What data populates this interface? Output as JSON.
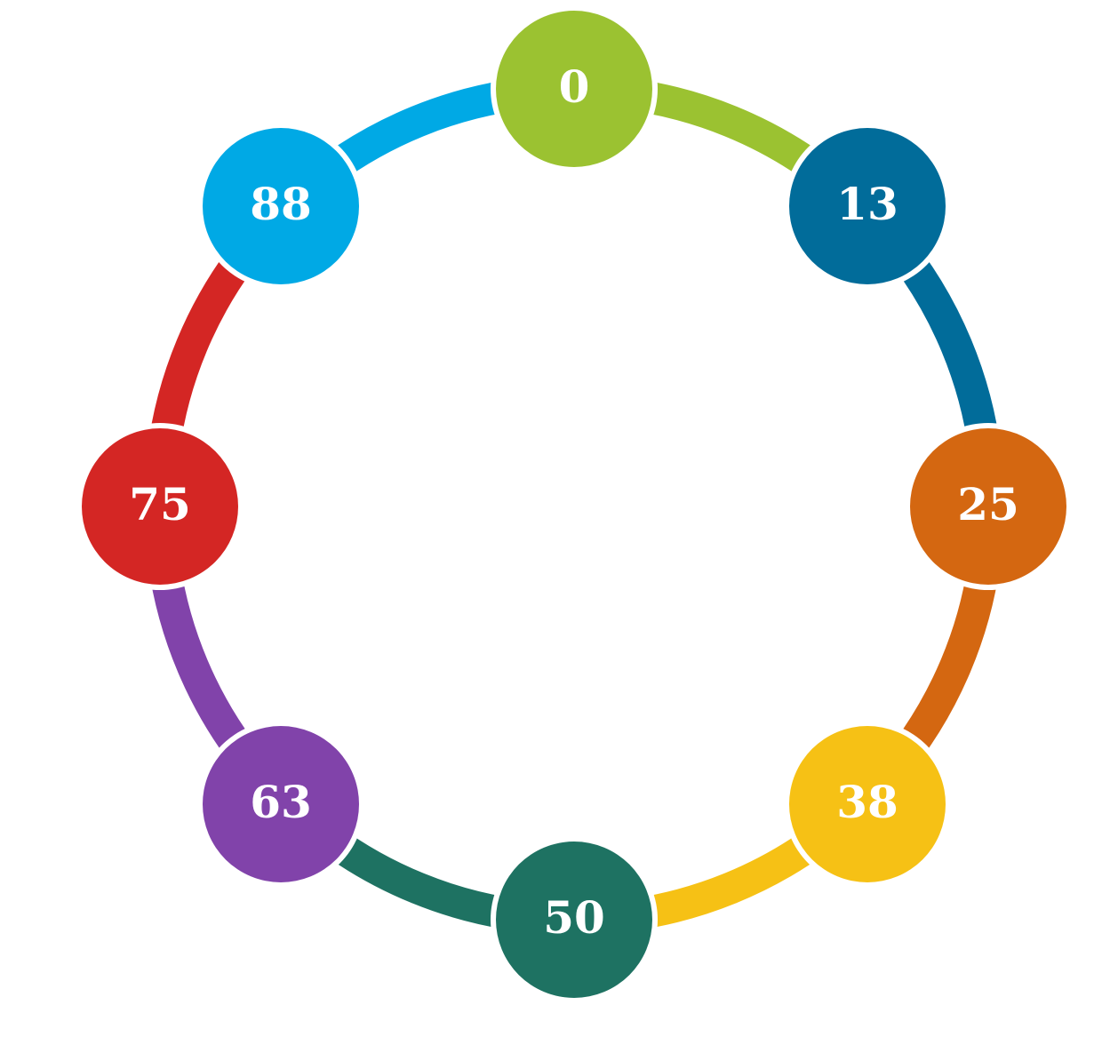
{
  "diagram": {
    "type": "cycle",
    "nodes": [
      {
        "label": "0",
        "color": "#9BC231"
      },
      {
        "label": "13",
        "color": "#016C9A"
      },
      {
        "label": "25",
        "color": "#D46711"
      },
      {
        "label": "38",
        "color": "#F6C115"
      },
      {
        "label": "50",
        "color": "#1E7262"
      },
      {
        "label": "63",
        "color": "#8143AA"
      },
      {
        "label": "75",
        "color": "#D42624"
      },
      {
        "label": "88",
        "color": "#00A9E5"
      }
    ]
  }
}
